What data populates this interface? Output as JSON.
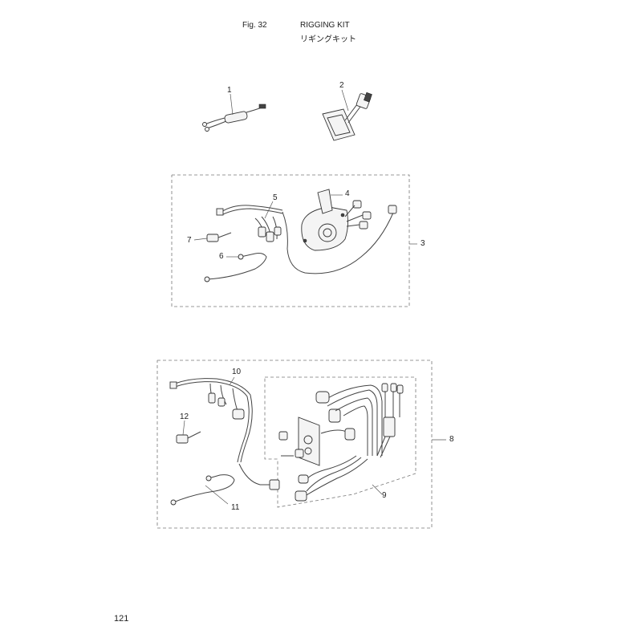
{
  "header": {
    "fig_label": "Fig. 32",
    "title": "RIGGING KIT",
    "title_jp": "リギングキット"
  },
  "callouts": {
    "c1": "1",
    "c2": "2",
    "c3": "3",
    "c4": "4",
    "c5": "5",
    "c6": "6",
    "c7": "7",
    "c8": "8",
    "c9": "9",
    "c10": "10",
    "c11": "11",
    "c12": "12"
  },
  "footer": {
    "page_number": "121"
  }
}
